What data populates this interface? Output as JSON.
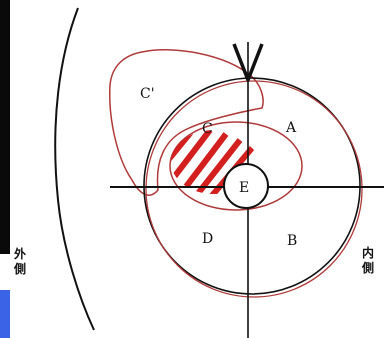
{
  "diagram": {
    "labels": {
      "c_prime": "C'",
      "a": "A",
      "c": "C",
      "e": "E",
      "d": "D",
      "b": "B"
    },
    "side_left": [
      "外",
      "側"
    ],
    "side_right": [
      "内",
      "側"
    ]
  },
  "colors": {
    "red_outline": "#b03a3a",
    "hatch": "#d41f1f",
    "ink": "#111111",
    "blue_bar": "#3b63e6",
    "dark_bar": "#0a0a0a"
  }
}
